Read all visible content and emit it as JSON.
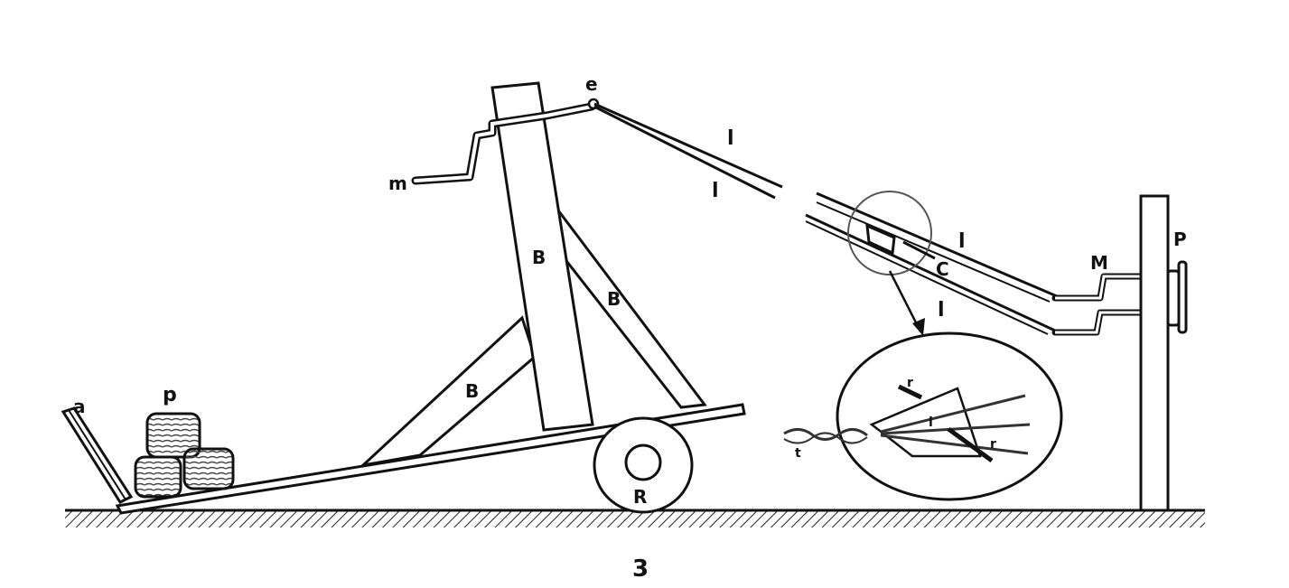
{
  "figure": {
    "number": "3",
    "labels": {
      "a": "a",
      "p_small": "p",
      "B_post": "B",
      "B_brace_right": "B",
      "B_brace_left": "B",
      "e": "e",
      "m": "m",
      "l_top1": "l",
      "l_top2": "l",
      "l_right1": "l",
      "l_right2": "l",
      "C": "C",
      "M": "M",
      "P": "P",
      "R": "R",
      "inset_r1": "r",
      "inset_r2": "r",
      "inset_l": "l",
      "inset_t": "t"
    }
  }
}
